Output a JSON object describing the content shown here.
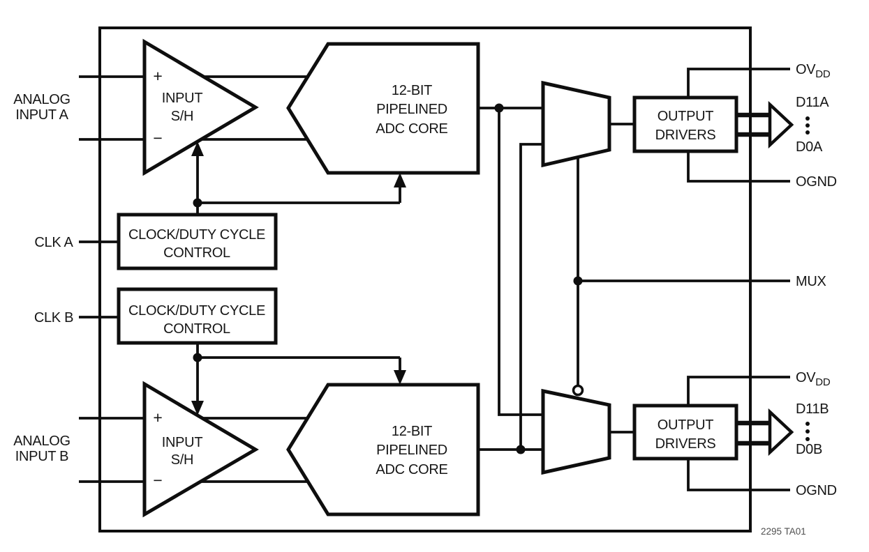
{
  "colors": {
    "line": "#0e0e0e",
    "text": "#161616",
    "caption_text": "#4f4f4f",
    "background": "#ffffff"
  },
  "left_pins": {
    "analog_a_line1": "ANALOG",
    "analog_a_line2": "INPUT A",
    "clk_a": "CLK A",
    "clk_b": "CLK B",
    "analog_b_line1": "ANALOG",
    "analog_b_line2": "INPUT B"
  },
  "right_pins": {
    "ovdd_a_main": "OV",
    "ovdd_a_sub": "DD",
    "d11a": "D11A",
    "d0a": "D0A",
    "ognd_a": "OGND",
    "mux": "MUX",
    "ovdd_b_main": "OV",
    "ovdd_b_sub": "DD",
    "d11b": "D11B",
    "d0b": "D0B",
    "ognd_b": "OGND"
  },
  "blocks": {
    "sh_a": {
      "plus": "+",
      "minus": "−",
      "line1": "INPUT",
      "line2": "S/H"
    },
    "sh_b": {
      "plus": "+",
      "minus": "−",
      "line1": "INPUT",
      "line2": "S/H"
    },
    "adc_a": {
      "line1": "12-BIT",
      "line2": "PIPELINED",
      "line3": "ADC CORE"
    },
    "adc_b": {
      "line1": "12-BIT",
      "line2": "PIPELINED",
      "line3": "ADC CORE"
    },
    "clock_a": {
      "line1": "CLOCK/DUTY CYCLE",
      "line2": "CONTROL"
    },
    "clock_b": {
      "line1": "CLOCK/DUTY CYCLE",
      "line2": "CONTROL"
    },
    "drivers_a": {
      "line1": "OUTPUT",
      "line2": "DRIVERS"
    },
    "drivers_b": {
      "line1": "OUTPUT",
      "line2": "DRIVERS"
    }
  },
  "figure": {
    "caption": "2295 TA01"
  }
}
